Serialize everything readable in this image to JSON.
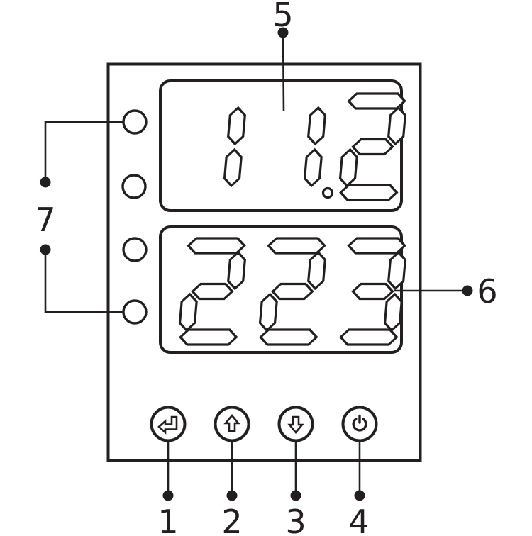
{
  "colors": {
    "line": "#231f20",
    "background": "#ffffff"
  },
  "device": {
    "upper_display": {
      "value": "11.2",
      "style": "seven-segment"
    },
    "lower_display": {
      "value": "223",
      "style": "seven-segment"
    },
    "leds": [
      "led-1",
      "led-2",
      "led-3",
      "led-4"
    ],
    "buttons": [
      {
        "name": "enter-button",
        "icon": "enter-icon",
        "callout": "1"
      },
      {
        "name": "up-button",
        "icon": "arrow-up-icon",
        "callout": "2"
      },
      {
        "name": "down-button",
        "icon": "arrow-down-icon",
        "callout": "3"
      },
      {
        "name": "power-button",
        "icon": "power-icon",
        "callout": "4"
      }
    ]
  },
  "callouts": {
    "upper_display": "5",
    "lower_display": "6",
    "led_group": "7",
    "buttons": [
      "1",
      "2",
      "3",
      "4"
    ]
  }
}
